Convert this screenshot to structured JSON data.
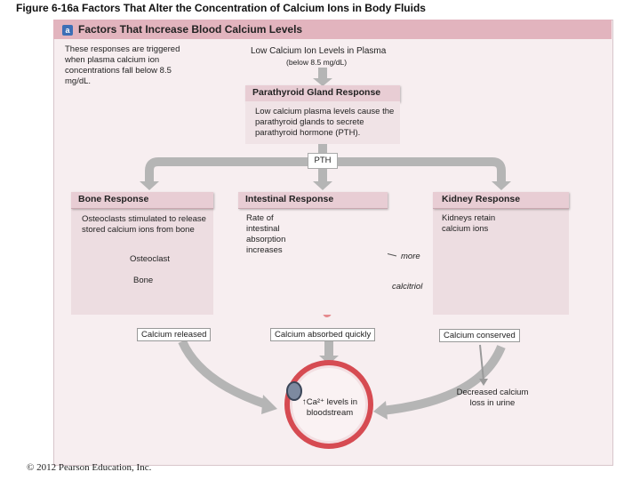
{
  "figure_title": "Figure 6-16a Factors That Alter the Concentration of Calcium Ions in Body Fluids",
  "panel": {
    "badge": "a",
    "header": "Factors That Increase Blood Calcium Levels",
    "note": "These responses are triggered when plasma calcium ion concentrations fall below 8.5 mg/dL."
  },
  "stimulus": {
    "title": "Low Calcium Ion Levels in Plasma",
    "subtitle": "(below 8.5 mg/dL)"
  },
  "parathyroid": {
    "header": "Parathyroid Gland Response",
    "text": "Low calcium plasma levels cause the parathyroid glands to secrete parathyroid hormone (PTH).",
    "hormone_label": "PTH"
  },
  "bone": {
    "header": "Bone Response",
    "text": "Osteoclasts stimulated to release stored calcium ions from bone",
    "osteoclast_label": "Osteoclast",
    "bone_label": "Bone",
    "result": "Calcium released"
  },
  "intestine": {
    "header": "Intestinal Response",
    "text": "Rate of intestinal absorption increases",
    "result": "Calcium absorbed quickly"
  },
  "kidney": {
    "header": "Kidney Response",
    "text": "Kidneys retain calcium ions",
    "more_label": "more",
    "calcitriol_label": "calcitriol",
    "result": "Calcium conserved",
    "urine_note": "Decreased calcium loss in urine"
  },
  "bloodstream": {
    "text_prefix": "",
    "text": "Ca²⁺ levels in bloodstream"
  },
  "copyright": "© 2012 Pearson Education, Inc.",
  "colors": {
    "header_bar": "#e2b4be",
    "panel_bg": "#f7eef0",
    "arrow": "#b5b5b5",
    "badge": "#3d6fb6",
    "vessel": "#c8343c",
    "intestine": "#e58a8e"
  }
}
